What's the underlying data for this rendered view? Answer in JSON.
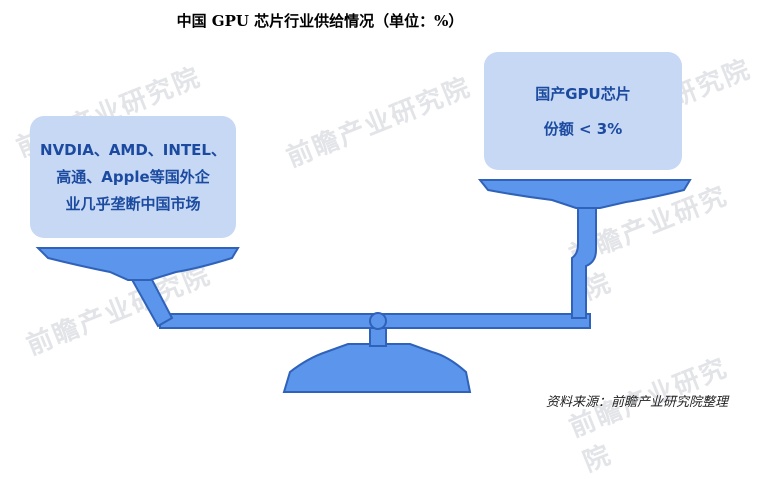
{
  "title": "中国 GPU 芯片行业供给情况（单位：%）",
  "left_box": {
    "lines": [
      "NVDIA、AMD、INTEL、",
      "高通、Apple等国外企",
      "业几乎垄断中国市场"
    ]
  },
  "right_box": {
    "line1": "国产GPU芯片",
    "line2": "份额 < 3%"
  },
  "source": "资料来源：前瞻产业研究院整理",
  "watermark": "前瞻产业研究院",
  "colors": {
    "box_fill": "#c6d8f3",
    "text_blue": "#1b4aa0",
    "scale_fill": "#5b96ec",
    "scale_stroke": "#2f62b8"
  }
}
